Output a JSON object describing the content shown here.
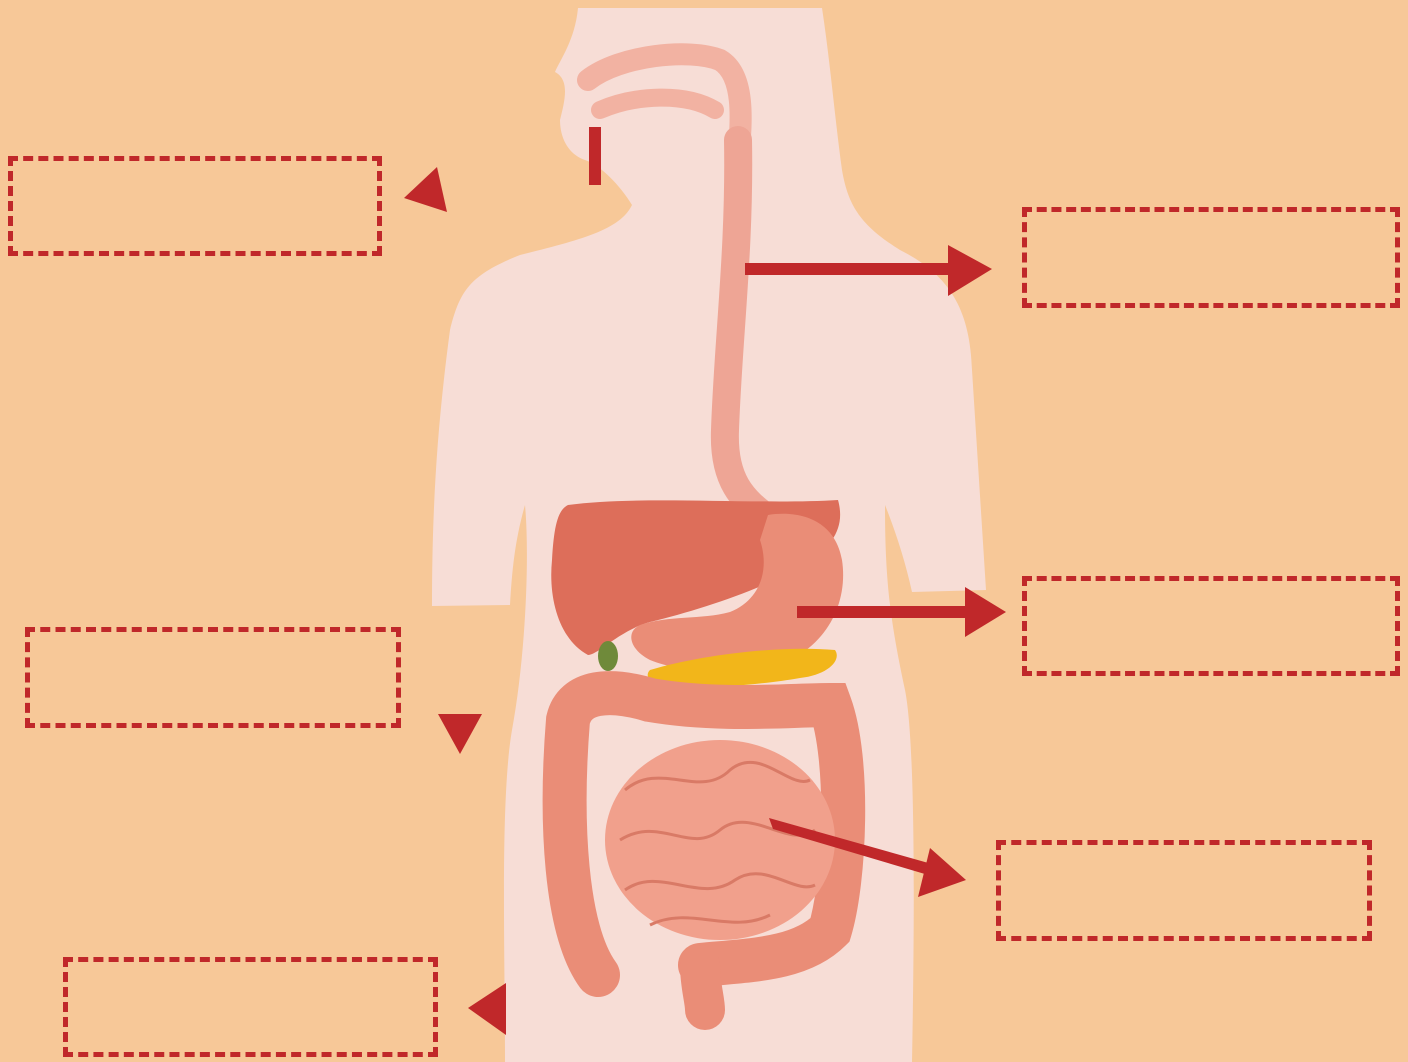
{
  "colors": {
    "background": "#f7c898",
    "body": "#f7ddd6",
    "arrow": "#c0282a",
    "organ": "#ea8d77",
    "liver": "#dd6e5a",
    "pancreas": "#f2b61a",
    "gallbladder": "#6f8a3a"
  },
  "labels": [
    {
      "id": "mouth",
      "text": ""
    },
    {
      "id": "esophagus",
      "text": ""
    },
    {
      "id": "liver",
      "text": ""
    },
    {
      "id": "stomach",
      "text": ""
    },
    {
      "id": "small-intestine",
      "text": ""
    },
    {
      "id": "large-intestine",
      "text": ""
    }
  ]
}
